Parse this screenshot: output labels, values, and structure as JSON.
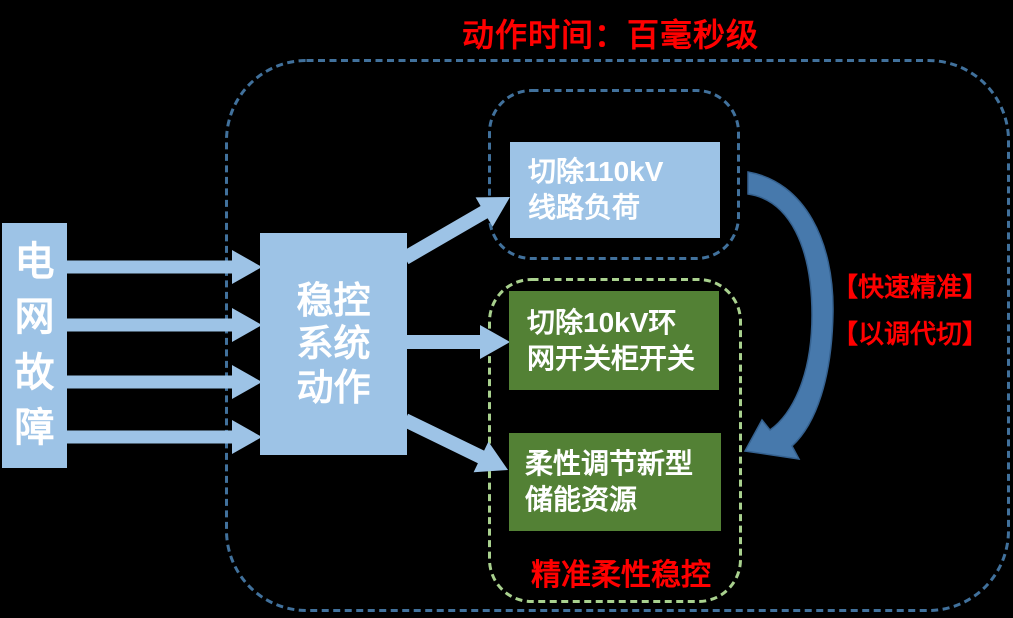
{
  "title": {
    "text": "动作时间：百毫秒级",
    "color": "#FF0000"
  },
  "boxes": {
    "fault": {
      "label": "电\n网\n故\n障"
    },
    "control": {
      "label": "稳控\n系统\n动作"
    },
    "cut110": {
      "label": "切除110kV\n线路负荷"
    },
    "cut10": {
      "label": "切除10kV环\n网开关柜开关"
    },
    "storage": {
      "label": "柔性调节新型\n储能资源"
    }
  },
  "annotations": {
    "fast_precise": "【快速精准】",
    "adjust_replace": "【以调代切】",
    "precise_flexible": "精准柔性稳控"
  },
  "colors": {
    "background": "#000000",
    "light_blue_fill": "#9DC3E6",
    "green_fill": "#538135",
    "blue_dash": "#41719C",
    "green_dash": "#A9D18E",
    "curved_arrow_fill": "#4779AC",
    "curved_arrow_stroke": "#35618F",
    "red_text": "#FF0000",
    "box_text": "#FFFFFF"
  }
}
